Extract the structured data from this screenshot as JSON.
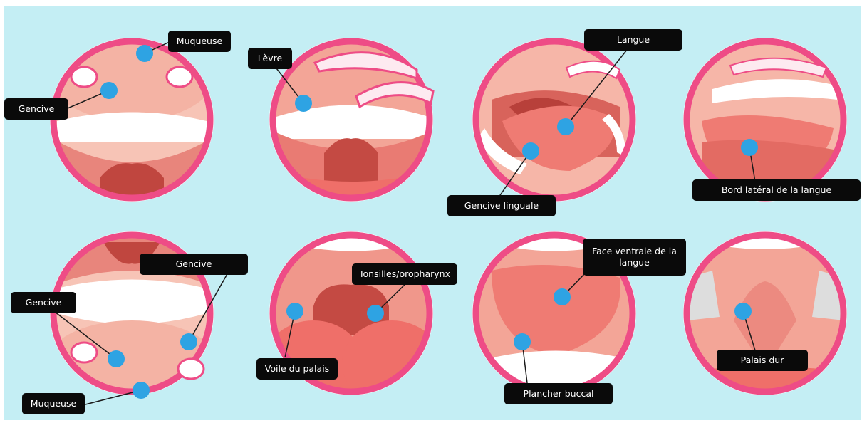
{
  "labels": {
    "p1_muqueuse": "Muqueuse",
    "p1_gencive": "Gencive",
    "p2_levre": "Lèvre",
    "p3_langue": "Langue",
    "p3_gencive_linguale": "Gencive linguale",
    "p4_bord_lateral": "Bord latéral de la langue",
    "p5_gencive_haut": "Gencive",
    "p5_gencive_gauche": "Gencive",
    "p5_muqueuse": "Muqueuse",
    "p6_tonsilles": "Tonsilles/oropharynx",
    "p6_voile": "Voile du palais",
    "p7_face_ventrale": "Face ventrale de la langue",
    "p7_plancher": "Plancher buccal",
    "p8_palais_dur": "Palais dur"
  },
  "colors": {
    "background": "#c4eef4",
    "ring": "#ee4c86",
    "marker": "#2ea3e3",
    "label_bg": "#0a0a0a",
    "label_text": "#ffffff"
  }
}
